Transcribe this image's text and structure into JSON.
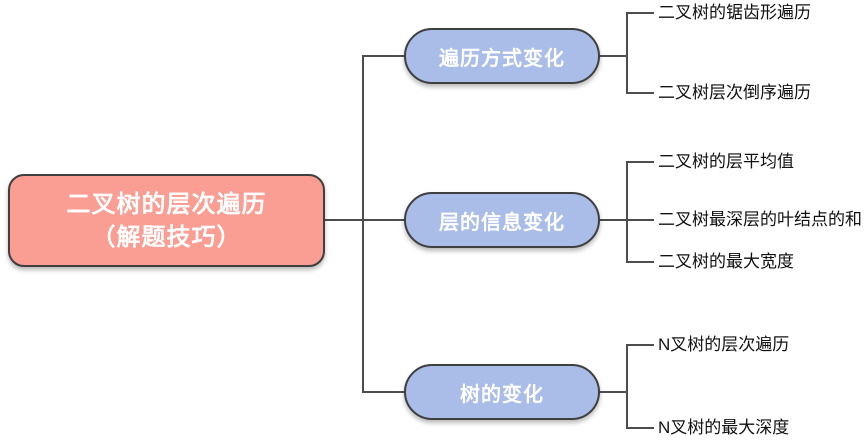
{
  "root": {
    "label_line1": "二叉树的层次遍历",
    "label_line2": "（解题技巧）"
  },
  "branches": [
    {
      "label": "遍历方式变化",
      "leaves": [
        "二叉树的锯齿形遍历",
        "二叉树层次倒序遍历"
      ]
    },
    {
      "label": "层的信息变化",
      "leaves": [
        "二叉树的层平均值",
        "二叉树最深层的叶结点的和",
        "二叉树的最大宽度"
      ]
    },
    {
      "label": "树的变化",
      "leaves": [
        "N叉树的层次遍历",
        "N叉树的最大深度"
      ]
    }
  ],
  "colors": {
    "root_fill": "#FA9D92",
    "branch_fill": "#A9BDE8",
    "node_border": "#3F3F3F",
    "connector": "#4D4D4D",
    "leaf_text": "#111111"
  }
}
